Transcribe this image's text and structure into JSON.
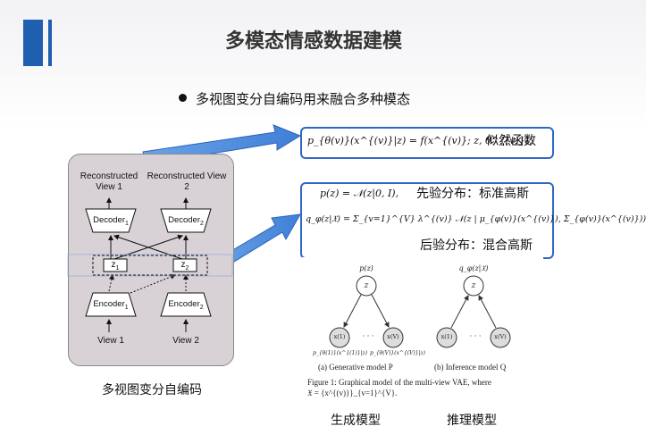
{
  "slide": {
    "title": "多模态情感数据建模",
    "bullet": "多视图变分自编码用来融合多种模态"
  },
  "vae_diagram": {
    "top_left": "Reconstructed View 1",
    "top_right": "Reconstructed View 2",
    "decoder_1": "Decoder",
    "decoder_2": "Decoder",
    "latent_1": "z",
    "latent_2": "z",
    "encoder_1": "Encoder",
    "encoder_2": "Encoder",
    "view_1": "View 1",
    "view_2": "View 2",
    "sub_1": "1",
    "sub_2": "2",
    "caption": "多视图变分自编码"
  },
  "formulas": {
    "likelihood": "p_{θ(v)}(x^{(v)}|z) = f(x^{(v)}; z, θ^{(v)}),",
    "likelihood_cn": "似然函数",
    "prior": "p(z) = 𝒩(z|0, I),",
    "prior_cn": "先验分布：标准高斯",
    "posterior": "q_φ(z|𝔛) = Σ_{v=1}^{V} λ^{(v)} 𝒩(z | μ_{φ(v)}(x^{(v)}), Σ_{φ(v)}(x^{(v)}))",
    "posterior_cn": "后验分布：混合高斯"
  },
  "paper_figure": {
    "gen_top": "p(z)",
    "inf_top": "q_φ(z|𝔛)",
    "z": "z",
    "x1": "x(1)",
    "xv": "x(V)",
    "dots": "· · ·",
    "gen_edge1": "p_{θ(1)}(x^{(1)}|z)",
    "gen_edge2": "p_{θ(V)}(x^{(V)}|z)",
    "sub_a": "(a) Generative model P",
    "sub_b": "(b) Inference model Q",
    "caption_line1": "Figure 1: Graphical model of the multi-view VAE, where",
    "caption_line2": "𝔛 = {x^{(v)}}_{v=1}^{V}."
  },
  "bottom_labels": {
    "generative": "生成模型",
    "inference": "推理模型"
  }
}
